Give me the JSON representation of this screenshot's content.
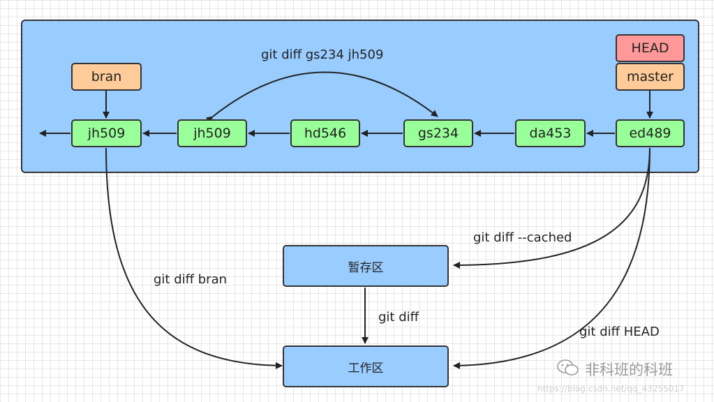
{
  "repository": {
    "commits": [
      "jh509",
      "jh509",
      "hd546",
      "gs234",
      "da453",
      "ed489"
    ],
    "branch_ref": "bran",
    "head_ref": "HEAD",
    "master_ref": "master"
  },
  "areas": {
    "staging": "暂存区",
    "working": "工作区"
  },
  "commands": {
    "diff_commits": "git diff gs234 jh509",
    "diff_cached": "git diff --cached",
    "diff_bran": "git diff bran",
    "diff": "git diff",
    "diff_head": "git diff HEAD"
  },
  "watermark": {
    "brand": "非科班的科班",
    "url": "https://blog.csdn.net/qq_43255017"
  },
  "colors": {
    "repo_bg": "#99ccff",
    "commit": "#99ff99",
    "ref": "#ffcc99",
    "head": "#ff9999",
    "area": "#99ccff"
  }
}
